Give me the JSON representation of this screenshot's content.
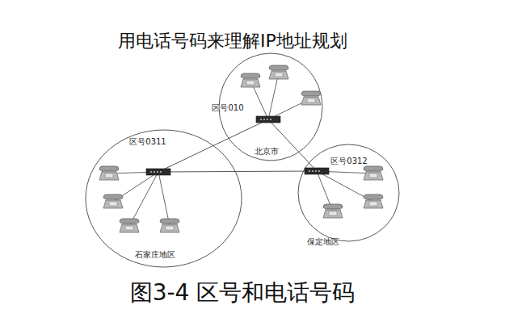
{
  "diagram": {
    "title": "用电话号码来理解IP地址规划",
    "caption": "图3-4 区号和电话号码",
    "nodes": [
      {
        "text": [
          "区号010",
          "北京市"
        ]
      },
      {
        "text": [
          "区号0311",
          "石家庄地区"
        ]
      },
      {
        "text": [
          "区号0312",
          "保定地区"
        ]
      }
    ],
    "edges": [
      {
        "from": 0,
        "to": 1,
        "arrow": "none"
      },
      {
        "from": 0,
        "to": 2,
        "arrow": "none"
      },
      {
        "from": 1,
        "to": 2,
        "arrow": "none"
      }
    ]
  }
}
